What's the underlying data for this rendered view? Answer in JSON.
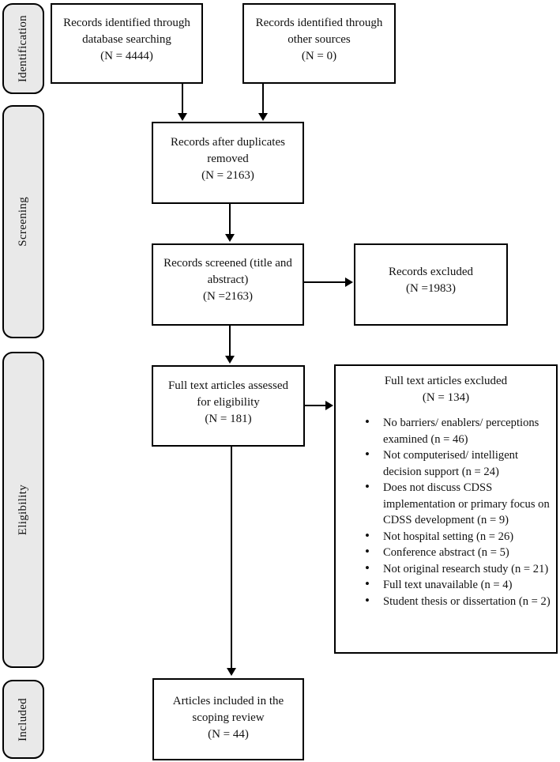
{
  "sidebar": {
    "stages": [
      {
        "label": "Identification"
      },
      {
        "label": "Screening"
      },
      {
        "label": "Eligibility"
      },
      {
        "label": "Included"
      }
    ]
  },
  "boxes": {
    "db_search": {
      "lines": [
        "Records identified through",
        "database searching",
        "(N = 4444)"
      ]
    },
    "other_sources": {
      "lines": [
        "Records identified through",
        "other sources",
        "(N = 0)"
      ]
    },
    "duplicates_removed": {
      "lines": [
        "Records after duplicates",
        "removed",
        "(N = 2163)"
      ]
    },
    "records_screened": {
      "lines": [
        "Records screened (title and",
        "abstract)",
        "(N =2163)"
      ]
    },
    "records_excluded": {
      "lines": [
        "Records excluded",
        "(N =1983)"
      ]
    },
    "fulltext_assessed": {
      "lines": [
        "Full text articles assessed",
        "for eligibility",
        "(N = 181)"
      ]
    },
    "fulltext_excluded": {
      "heading_lines": [
        "Full text articles excluded",
        "(N = 134)"
      ],
      "bullets": [
        "No barriers/ enablers/ perceptions examined (n = 46)",
        "Not computerised/ intelligent decision support (n = 24)",
        "Does not discuss CDSS implementation or primary focus on CDSS development (n = 9)",
        "Not hospital setting (n = 26)",
        "Conference abstract (n = 5)",
        "Not original research study (n = 21)",
        "Full text unavailable (n = 4)",
        "Student thesis or dissertation (n = 2)"
      ]
    },
    "included_articles": {
      "lines": [
        "Articles included in the",
        "scoping review",
        "(N = 44)"
      ]
    }
  },
  "colors": {
    "box_border": "#000000",
    "box_fill": "#ffffff",
    "stage_fill": "#e9e9e9",
    "arrow": "#000000",
    "background": "#ffffff"
  }
}
